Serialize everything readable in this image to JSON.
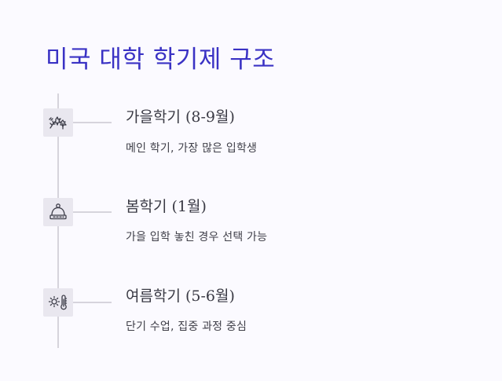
{
  "title": "미국 대학 학기제 구조",
  "semesters": [
    {
      "title": "가을학기 (8-9월)",
      "description": "메인 학기, 가장 많은 입학생",
      "icon": "autumn-leaves-icon"
    },
    {
      "title": "봄학기 (1월)",
      "description": "가을 입학 놓친 경우 선택 가능",
      "icon": "winter-hat-icon"
    },
    {
      "title": "여름학기 (5-6월)",
      "description": "단기 수업, 집중 과정 중심",
      "icon": "sun-thermometer-icon"
    }
  ],
  "colors": {
    "title": "#3a32c4",
    "background": "#fbfaff",
    "line": "#d6d4dc",
    "icon_box": "#e9e7ef",
    "text": "#3a3a44"
  }
}
